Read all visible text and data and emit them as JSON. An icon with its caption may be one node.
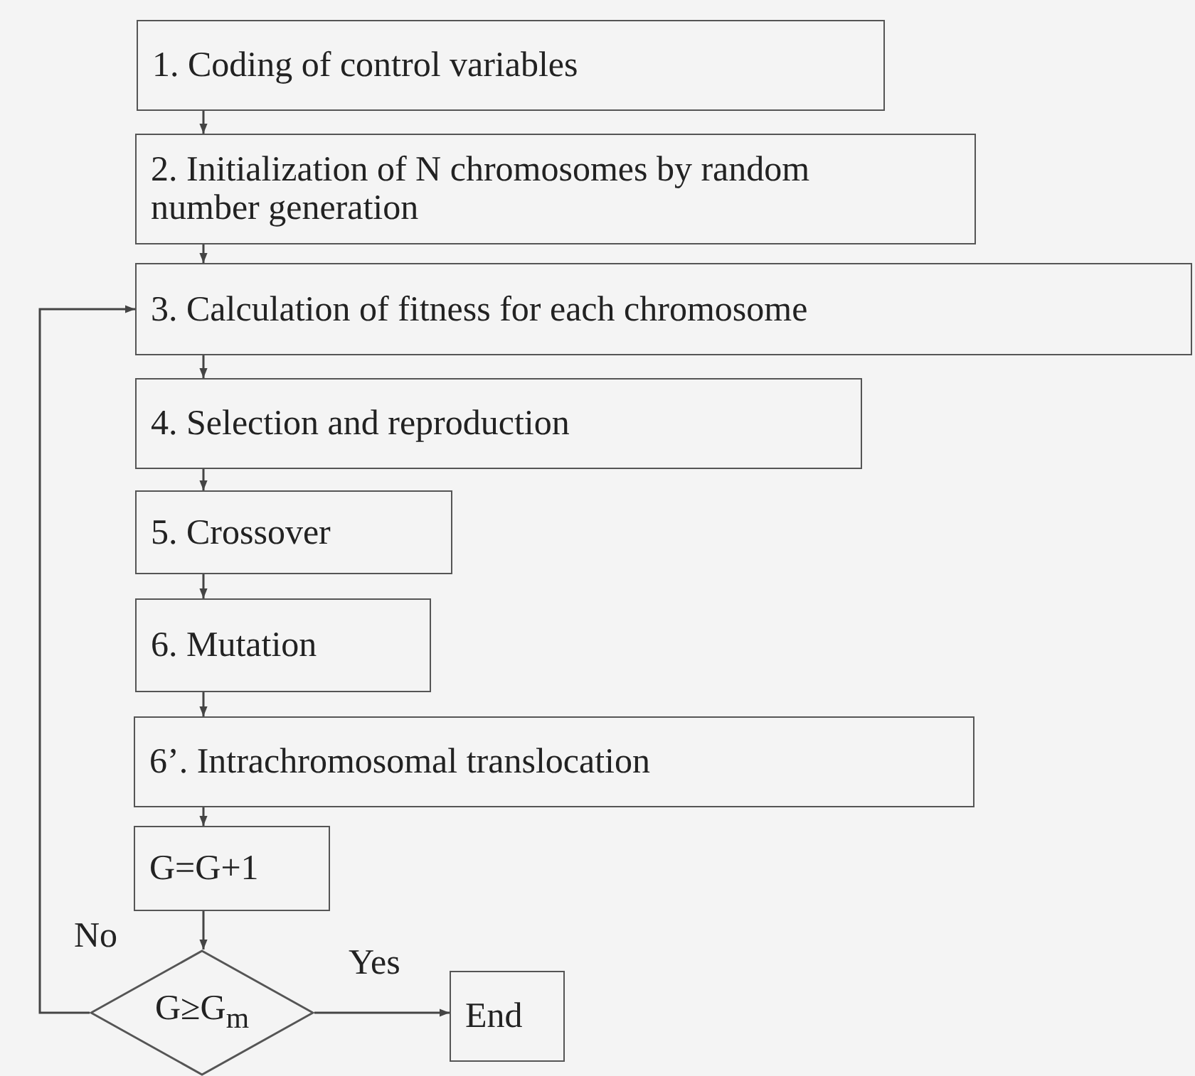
{
  "diagram": {
    "nodes": [
      {
        "text": [
          "1. Coding of control variables"
        ]
      },
      {
        "text": [
          "2. Initialization of N chromosomes by random number generation"
        ]
      },
      {
        "text": [
          "3. Calculation of fitness for each chromosome"
        ]
      },
      {
        "text": [
          "4. Selection and reproduction"
        ]
      },
      {
        "text": [
          "5. Crossover"
        ]
      },
      {
        "text": [
          "6. Mutation"
        ]
      },
      {
        "text": [
          "6’. Intrachromosomal translocation"
        ]
      },
      {
        "text": [
          "G=G+1"
        ]
      },
      {
        "text": [
          "G≥G$_{m}$"
        ]
      },
      {
        "text": [
          "End"
        ]
      }
    ],
    "edges": [
      {
        "from": 0,
        "to": 1,
        "arrow": "to"
      },
      {
        "from": 1,
        "to": 2,
        "arrow": "to"
      },
      {
        "from": 2,
        "to": 3,
        "arrow": "to"
      },
      {
        "from": 3,
        "to": 4,
        "arrow": "to"
      },
      {
        "from": 4,
        "to": 5,
        "arrow": "to"
      },
      {
        "from": 5,
        "to": 6,
        "arrow": "to"
      },
      {
        "from": 6,
        "to": 7,
        "arrow": "to"
      },
      {
        "from": 7,
        "to": 8,
        "arrow": "to"
      },
      {
        "from": 8,
        "to": 2,
        "arrow": "to",
        "label": "No"
      },
      {
        "from": 8,
        "to": 9,
        "arrow": "to",
        "label": "Yes"
      }
    ]
  }
}
